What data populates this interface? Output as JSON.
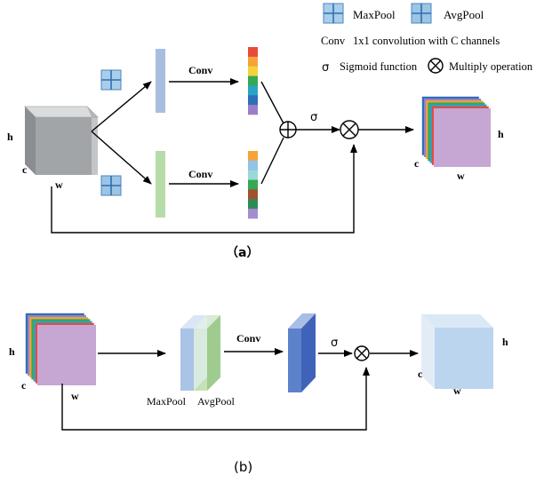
{
  "legend": {
    "maxpool_label": "MaxPool",
    "avgpool_label": "AvgPool",
    "conv_abbrev": "Conv",
    "conv_desc": "1x1 convolution with C channels",
    "sigmoid_symbol": "σ",
    "sigmoid_desc": "Sigmoid function",
    "multiply_desc": "Multiply operation"
  },
  "part_a": {
    "caption": "（a）",
    "input_dims": {
      "h": "h",
      "c": "c",
      "w": "w"
    },
    "output_dims": {
      "h": "h",
      "c": "c",
      "w": "w"
    },
    "conv_top": "Conv",
    "conv_bottom": "Conv",
    "sigma": "σ",
    "channel_colors": [
      "#e84b3c",
      "#f5a33a",
      "#f4d33a",
      "#36a853",
      "#28a4c9",
      "#2e6fb7",
      "#9b7fc6"
    ],
    "channel_colors_bottom": [
      "#f5a33a",
      "#8fc4e8",
      "#9ad9d9",
      "#36a853",
      "#a0522d",
      "#2e8b57",
      "#a78bd0"
    ]
  },
  "part_b": {
    "caption": "(b)",
    "input_dims": {
      "h": "h",
      "c": "c",
      "w": "w"
    },
    "output_dims": {
      "h": "h",
      "c": "c",
      "w": "w"
    },
    "maxpool_label": "MaxPool",
    "avgpool_label": "AvgPool",
    "conv": "Conv",
    "sigma": "σ"
  },
  "colors": {
    "gray_cube_front": "#a0a3a6",
    "gray_cube_top": "#d4d6d8",
    "gray_cube_side": "#7d8084",
    "maxpool_bar": "#a9bde0",
    "avgpool_bar": "#b7dcaa",
    "purple_face": "#c6a6d2",
    "blue_bar": "#5b7fc9",
    "light_cube": "#bdd6ee",
    "arrow": "#000000"
  }
}
